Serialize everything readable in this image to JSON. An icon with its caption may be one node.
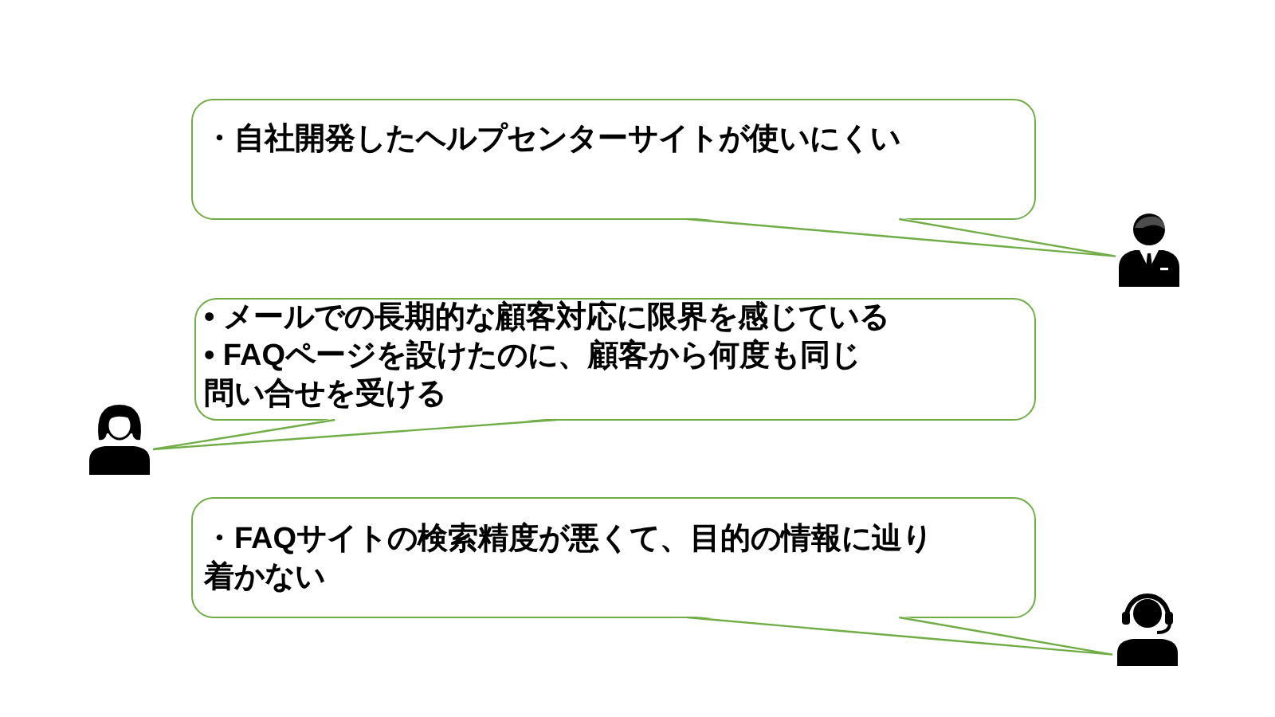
{
  "diagram": {
    "nodes": [
      {
        "text": [
          "・自社開発したヘルプセンターサイトが使いにくい"
        ]
      },
      {
        "text": [],
        "shape": "person"
      },
      {
        "text": [
          "• メールでの長期的な顧客対応に限界を感じている",
          "• FAQページを設けたのに、顧客から何度も同じ問い合せを受ける"
        ]
      },
      {
        "text": [],
        "shape": "person"
      },
      {
        "text": [
          "・FAQサイトの検索精度が悪くて、目的の情報に辿り着かない"
        ]
      },
      {
        "text": [],
        "shape": "person"
      }
    ],
    "edges": [
      {
        "from": 0,
        "to": 1,
        "arrow": "none"
      },
      {
        "from": 2,
        "to": 3,
        "arrow": "none"
      },
      {
        "from": 4,
        "to": 5,
        "arrow": "none"
      }
    ]
  }
}
